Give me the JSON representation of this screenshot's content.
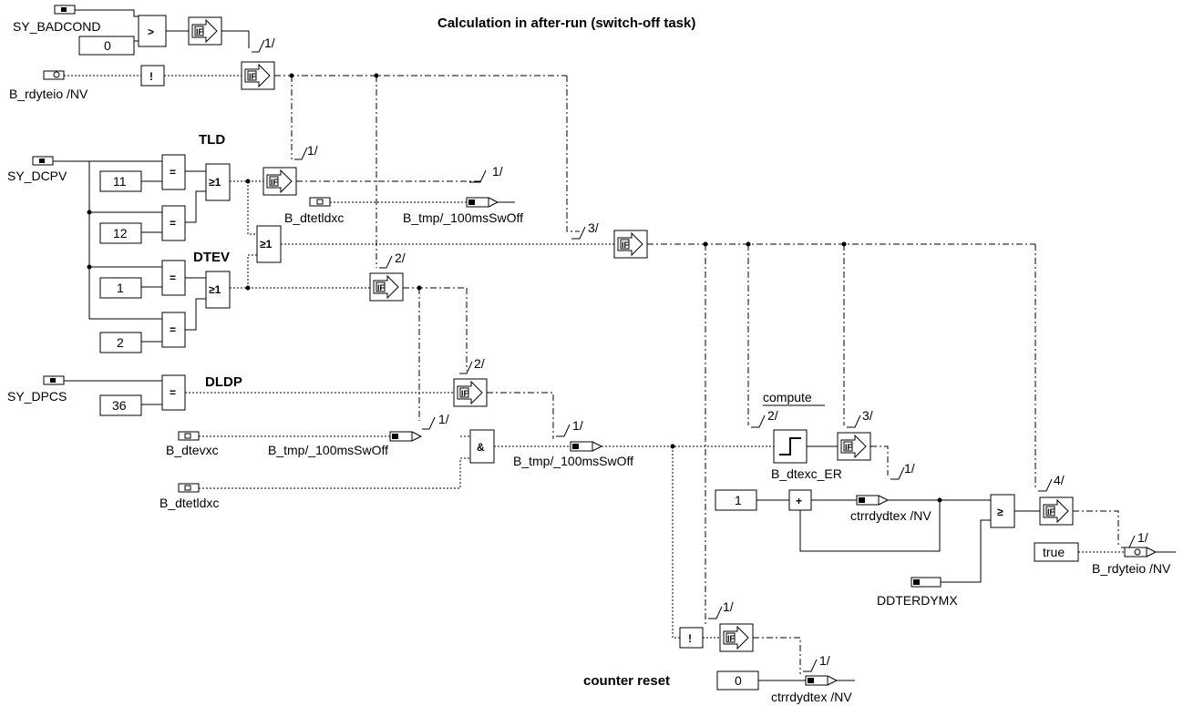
{
  "title": "Calculation in after-run (switch-off task)",
  "section_labels": {
    "tld": "TLD",
    "dtev": "DTEV",
    "dldp": "DLDP",
    "counter_reset": "counter reset"
  },
  "inputs": {
    "sy_badcond": "SY_BADCOND",
    "b_rdyteio_in": "B_rdyteio /NV",
    "sy_dcpv": "SY_DCPV",
    "sy_dpcs": "SY_DPCS",
    "b_dtevxc": "B_dtevxc",
    "b_dtetldxc_in": "B_dtetldxc",
    "b_dtetldxc_top": "B_dtetldxc",
    "ddterdymx": "DDTERDYMX"
  },
  "constants": {
    "zero_badcond": "0",
    "c11": "11",
    "c12": "12",
    "c1": "1",
    "c2": "2",
    "c36": "36",
    "one": "1",
    "true_const": "true",
    "reset_zero": "0"
  },
  "outputs": {
    "b_tmp_top": "B_tmp/_100msSwOff",
    "b_tmp_mid": "B_tmp/_100msSwOff",
    "b_tmp_out": "B_tmp/_100msSwOff",
    "ctrrdydtex": "ctrrdydtex /NV",
    "ctrrdydtex_reset": "ctrrdydtex /NV",
    "b_rdyteio_out": "B_rdyteio /NV",
    "b_dtexc_er": "B_dtexc_ER"
  },
  "annotations": {
    "compute": "compute"
  },
  "block_symbols": {
    "gt": ">",
    "eq": "=",
    "or": "≥1",
    "and": "&",
    "not": "!",
    "plus": "+",
    "ge": "≥",
    "if": "IF"
  },
  "sequence_marks": {
    "m_top_1": "1/",
    "m_tld_if_1": "1/",
    "m_tld_out_1": "1/",
    "m_main_3": "3/",
    "m_dtev_2": "2/",
    "m_dldp_2": "2/",
    "m_dtevxc_1": "1/",
    "m_mid_1": "1/",
    "m_compute_2": "2/",
    "m_edge_3": "3/",
    "m_edge_out_1": "1/",
    "m_ge_4": "4/",
    "m_out_1": "1/",
    "m_reset_1": "1/",
    "m_reset_out_1": "1/"
  }
}
